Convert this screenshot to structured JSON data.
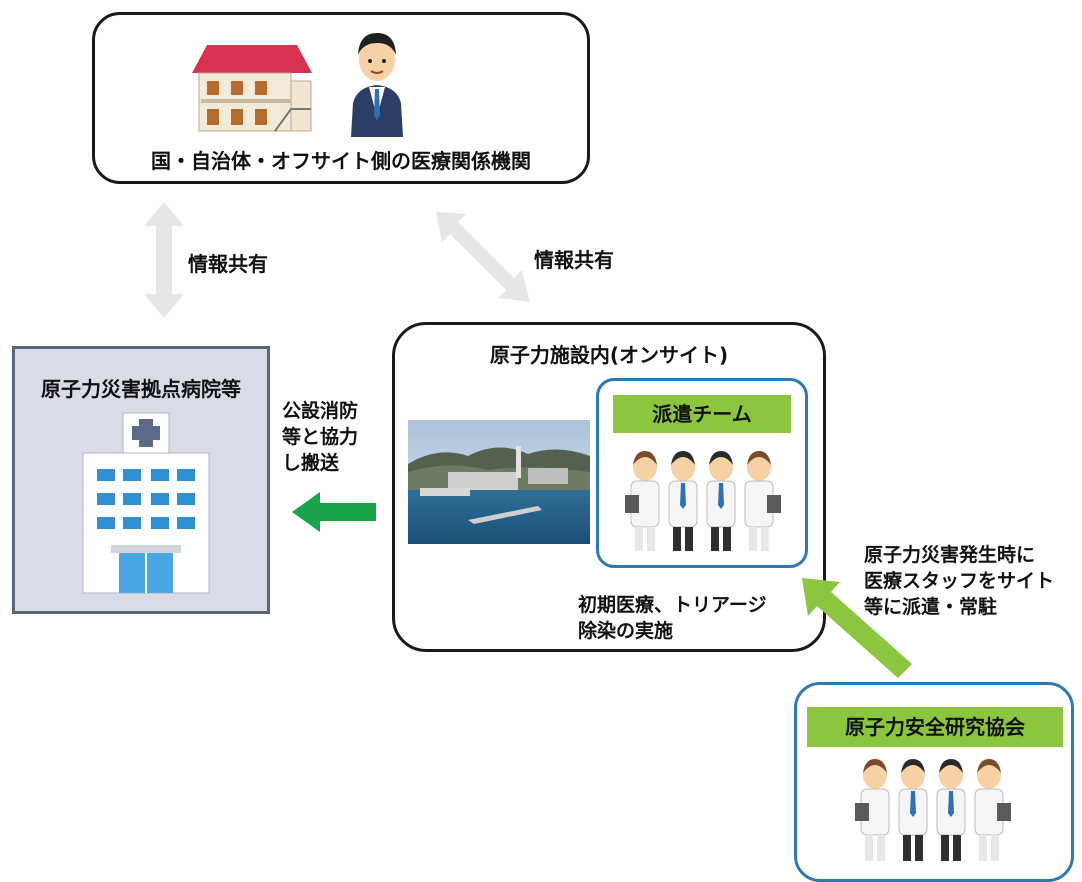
{
  "gov": {
    "label": "国・自治体・オフサイト側の医療関係機関"
  },
  "share_left": "情報共有",
  "share_right": "情報共有",
  "hospital": {
    "label": "原子力災害拠点病院等"
  },
  "transport": {
    "lines": [
      "公設消防",
      "等と協力",
      "し搬送"
    ]
  },
  "onsite": {
    "label": "原子力施設内(オンサイト)"
  },
  "team": {
    "label": "派遣チーム"
  },
  "care": {
    "lines": [
      "初期医療、トリアージ",
      "除染の実施"
    ]
  },
  "dispatch": {
    "lines": [
      "原子力災害発生時に",
      "医療スタッフをサイト",
      "等に派遣・常駐"
    ]
  },
  "association": {
    "label": "原子力安全研究協会"
  },
  "colors": {
    "green_label": "#8cc63f",
    "arrow_green": "#1aa34a",
    "arrow_lightgreen": "#8cc63f",
    "share_arrow": "#e6e6e6",
    "blue_border": "#2e78b8",
    "hospital_bg": "#d9dce6"
  }
}
